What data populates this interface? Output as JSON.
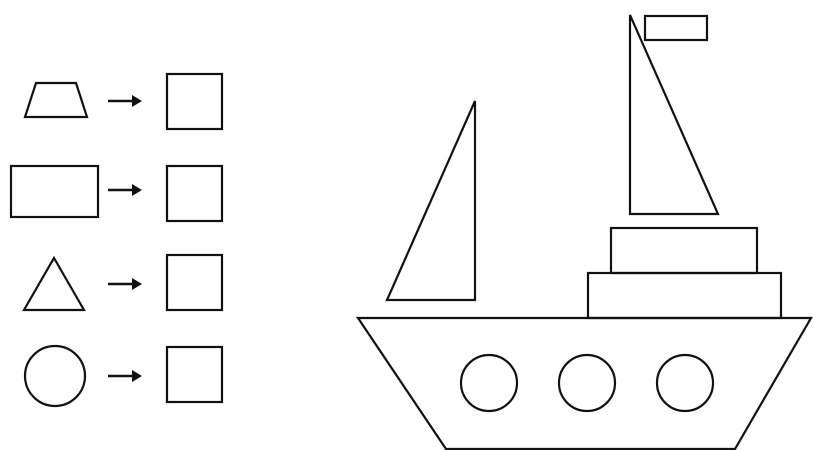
{
  "colors": {
    "stroke": "#111111",
    "background": "#ffffff"
  },
  "legend": {
    "rows": [
      {
        "shape": "trapezoid-icon",
        "answer": ""
      },
      {
        "shape": "rectangle-icon",
        "answer": ""
      },
      {
        "shape": "triangle-icon",
        "answer": ""
      },
      {
        "shape": "circle-icon",
        "answer": ""
      }
    ]
  },
  "picture": {
    "subject": "sailboat",
    "portholes": 3,
    "sails": 2,
    "cabin_tiers": 2,
    "flag": 1
  }
}
